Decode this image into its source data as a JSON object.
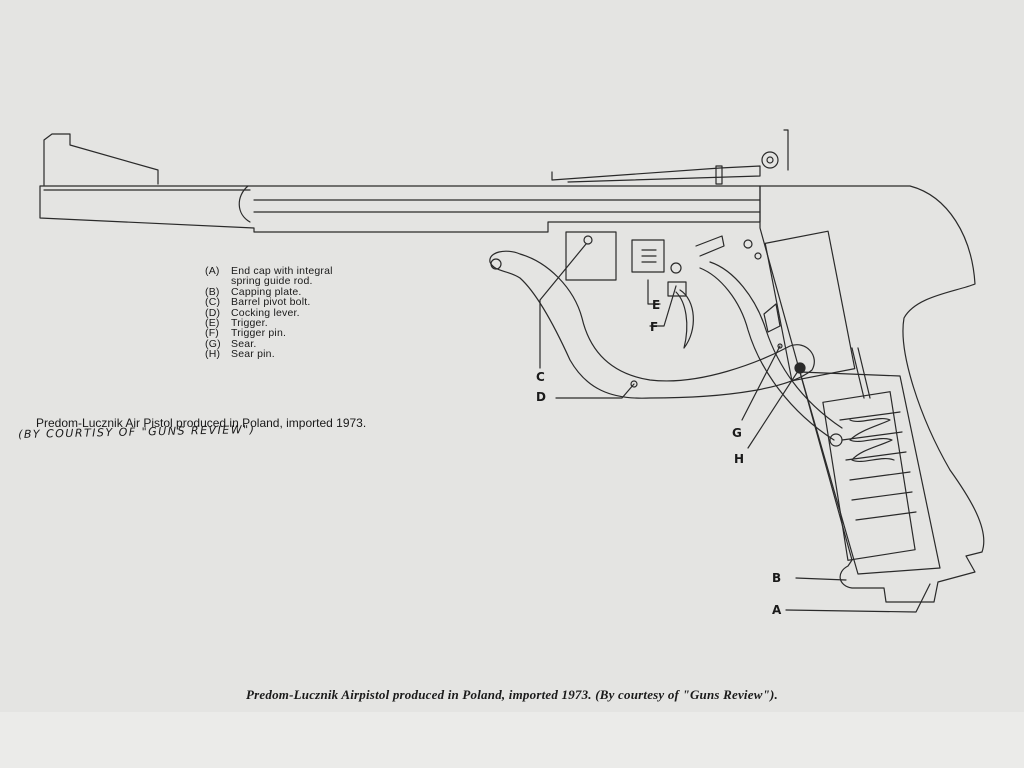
{
  "legend": [
    {
      "key": "(A)",
      "text": "End cap with integral",
      "cont": "spring guide rod."
    },
    {
      "key": "(B)",
      "text": "Capping plate."
    },
    {
      "key": "(C)",
      "text": "Barrel pivot bolt."
    },
    {
      "key": "(D)",
      "text": "Cocking lever."
    },
    {
      "key": "(E)",
      "text": "Trigger."
    },
    {
      "key": "(F)",
      "text": "Trigger pin."
    },
    {
      "key": "(G)",
      "text": "Sear."
    },
    {
      "key": "(H)",
      "text": "Sear pin."
    }
  ],
  "note_typed": "Predom-Lucznik Air Pistol produced in Poland, imported 1973.",
  "note_handwritten": "(BY COURTISY OF \"GUNS REVIEW\")",
  "caption": "Predom-Lucznik Airpistol produced in Poland, imported 1973. (By courtesy of \"Guns Review\").",
  "labels": {
    "A": "A",
    "B": "B",
    "C": "C",
    "D": "D",
    "E": "E",
    "F": "F",
    "G": "G",
    "H": "H"
  }
}
